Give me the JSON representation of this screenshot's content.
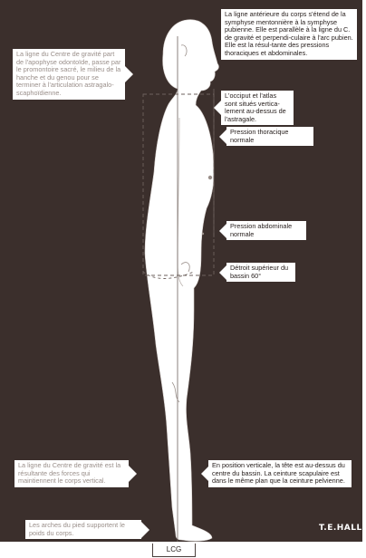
{
  "callouts": {
    "anterior_line": "La ligne antérieure du corps s'étend de la symphyse mentonnière à la symphyse pubienne. Elle est parallèle à la ligne du C. de gravité et perpendi-culaire à l'arc pubien. Elle est la résul-tante des pressions thoraciques et abdominales.",
    "centre_gravity_origin": "La ligne du Centre de gravité part de l'apophyse odontoïde, passe par le promontoire sacré, le milieu de la hanche et du genou pour se terminer à l'articulation astragalo-scaphoïdienne.",
    "occiput_atlas": "L'occiput et l'atlas sont situés vertica-lement au-dessus de l'astragale.",
    "thoracic_pressure": "Pression thoracique normale",
    "abdominal_pressure": "Pression abdominale normale",
    "pelvic_inlet": "Détroit supérieur du bassin 60°",
    "gravity_resultant": "La ligne du Centre de gravité est la résultante des forces qui maintiennent le corps vertical.",
    "vertical_position": "En position verticale, la tête est au-dessus du centre du bassin. La ceinture scapulaire est dans le même plan que la ceinture pelvienne.",
    "foot_arches": "Les arches du pied supportent le poids du corps."
  },
  "lcg_label": "LCG",
  "signature": "T.E.HALL",
  "colors": {
    "background": "#3b2f2c",
    "figure": "#ffffff",
    "text": "#2a2220"
  }
}
